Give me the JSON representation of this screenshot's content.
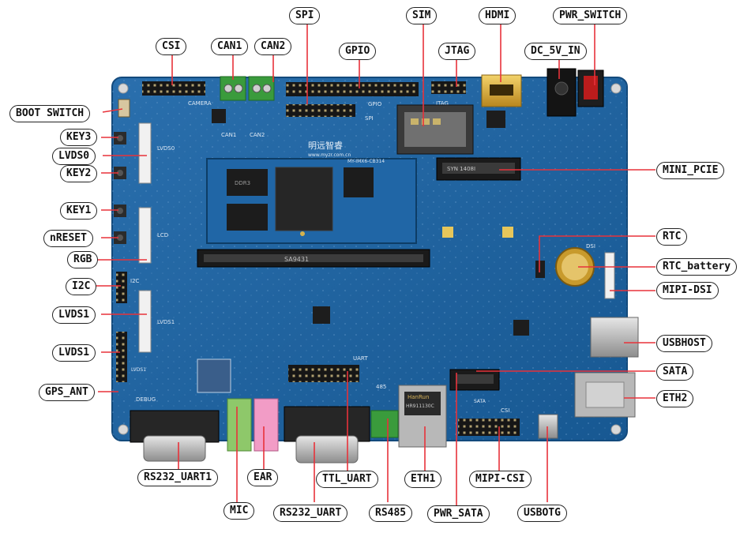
{
  "colors": {
    "board": "#1c5f9c",
    "board_edge": "#134a7c",
    "leader": "#e8323a",
    "callout_border": "#222222"
  },
  "labels": {
    "spi": "SPI",
    "sim": "SIM",
    "hdmi": "HDMI",
    "pwr_switch": "PWR_SWITCH",
    "csi": "CSI",
    "can1": "CAN1",
    "can2": "CAN2",
    "gpio": "GPIO",
    "jtag": "JTAG",
    "dc_5v_in": "DC_5V_IN",
    "boot_switch": "BOOT SWITCH",
    "key3": "KEY3",
    "lvds0": "LVDS0",
    "key2": "KEY2",
    "key1": "KEY1",
    "nreset": "nRESET",
    "rgb": "RGB",
    "i2c": "I2C",
    "lvds1_a": "LVDS1",
    "lvds1_b": "LVDS1",
    "gps_ant": "GPS_ANT",
    "mini_pcie": "MINI_PCIE",
    "rtc": "RTC",
    "rtc_battery": "RTC_battery",
    "mipi_dsi": "MIPI-DSI",
    "usbhost": "USBHOST",
    "sata": "SATA",
    "eth2": "ETH2",
    "rs232_uart1": "RS232_UART1",
    "ear": "EAR",
    "ttl_uart": "TTL_UART",
    "eth1": "ETH1",
    "mipi_csi": "MIPI-CSI",
    "mic": "MIC",
    "rs232_uart": "RS232_UART",
    "rs485": "RS485",
    "pwr_sata": "PWR_SATA",
    "usbotg": "USBOTG"
  },
  "silkscreen": {
    "camera": "CAMERA",
    "gpio": "GPIO",
    "spi": "SPI",
    "jtag": "JTAG",
    "can1": "CAN1",
    "can2": "CAN2",
    "lvds0": "LVDS0",
    "lcd": "LCD",
    "i2c": "I2C",
    "lvds1": "LVDS1",
    "lvds1b": "LVDS1",
    "uart": "UART",
    "rs485": "485",
    "dsi": "DSI",
    "csi": "CSI",
    "debug": "DEBUG",
    "sata": "SATA",
    "brand": "明远智睿",
    "url": "www.myzr.com.cn",
    "som": "MY-IMX6-CB314",
    "ram": "DDR3",
    "pcie_mark": "SYN 1408I",
    "magjack_brand": "HanRun",
    "magjack_part": "HR911130C",
    "slot_mark": "SA9431"
  }
}
